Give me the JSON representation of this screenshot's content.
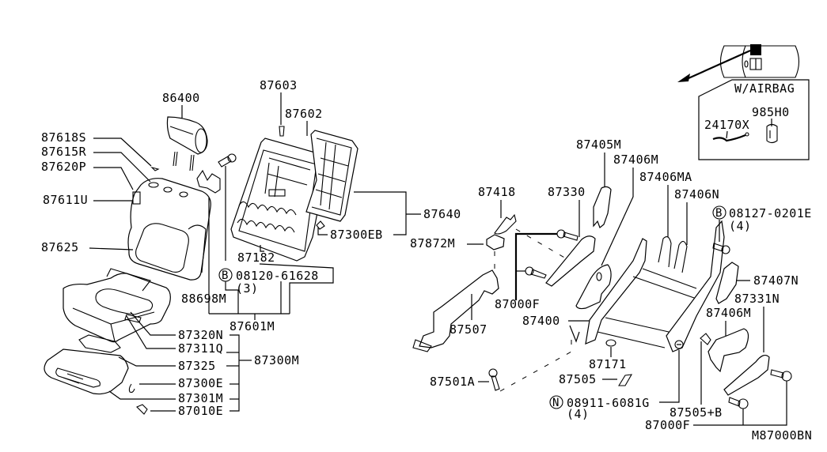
{
  "diagram": {
    "title": "Seat assembly parts diagram",
    "inset": {
      "label": "W/AIRBAG",
      "parts": [
        "985H0",
        "24170X"
      ]
    },
    "labels": {
      "p86400": "86400",
      "p87618S": "87618S",
      "p87615R": "87615R",
      "p87620P": "87620P",
      "p87611U": "87611U",
      "p87625": "87625",
      "p87603": "87603",
      "p87602": "87602",
      "p87640": "87640",
      "p87300EB": "87300EB",
      "p87182": "87182",
      "p08120": "08120-61628",
      "p08120_qty": "(3)",
      "p88698M": "88698M",
      "p87601M": "87601M",
      "p87320N": "87320N",
      "p87311Q": "87311Q",
      "p87325": "87325",
      "p87300M": "87300M",
      "p87300E": "87300E",
      "p87301M": "87301M",
      "p87010E": "87010E",
      "p87405M": "87405M",
      "p87406M_top": "87406M",
      "p87406MA": "87406MA",
      "p87406N": "87406N",
      "p08127": "08127-0201E",
      "p08127_qty": "(4)",
      "p87418": "87418",
      "p87330": "87330",
      "p87872M": "87872M",
      "p87000F_left": "87000F",
      "p87407N": "87407N",
      "p87331N": "87331N",
      "p87406M_right": "87406M",
      "p87400": "87400",
      "p87507": "87507",
      "p87171": "87171",
      "p87501A": "87501A",
      "p87505": "87505",
      "p08911": "08911-6081G",
      "p08911_qty": "(4)",
      "p87505B": "87505+B",
      "p87000F_right": "87000F",
      "footer_code": "M87000BN"
    },
    "badges": {
      "bolt_b": "B",
      "nut_n": "N"
    }
  }
}
